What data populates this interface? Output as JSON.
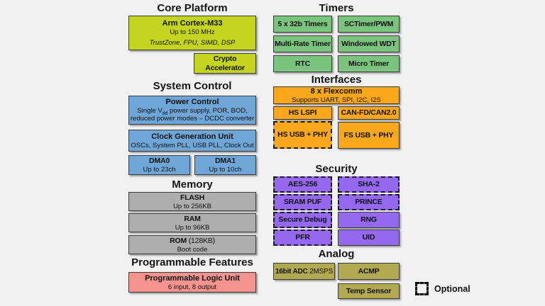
{
  "colors": {
    "background": "#f1f1f1",
    "core_lime": "#c5d41f",
    "system_blue": "#6fa6d8",
    "memory_gray": "#aeaeae",
    "programmable_pink": "#f5938f",
    "timers_green": "#7ac47e",
    "interfaces_orange": "#faa71b",
    "security_purple": "#9468ef",
    "analog_olive": "#b3a951"
  },
  "core_platform": {
    "title": "Core Platform",
    "cortex": {
      "name": "Arm Cortex-M33",
      "freq": "Up to 150 MHz",
      "features": "TrustZone, FPU, SIMD, DSP"
    },
    "crypto": {
      "line1": "Crypto",
      "line2": "Accelerator"
    }
  },
  "system_control": {
    "title": "System Control",
    "power": {
      "name": "Power Control",
      "detail1_pre": "Single V",
      "detail1_sub": "dd",
      "detail1_post": " power supply, POR, BOD,",
      "detail2": "reduced power modes – DCDC converter"
    },
    "clock": {
      "name": "Clock Generation Unit",
      "detail": "OSCs, System PLL, USB PLL, Clock Out"
    },
    "dma0": {
      "name": "DMA0",
      "detail": "Up to 23ch"
    },
    "dma1": {
      "name": "DMA1",
      "detail": "Up to 10ch"
    }
  },
  "memory": {
    "title": "Memory",
    "flash": {
      "name": "FLASH",
      "detail": "Up to 256KB"
    },
    "ram": {
      "name": "RAM",
      "detail": "Up to 96KB"
    },
    "rom": {
      "name_bold": "ROM",
      "name_rest": " (128KB)",
      "detail": "Boot code"
    }
  },
  "programmable": {
    "title": "Programmable Features",
    "plu": {
      "name": "Programmable Logic Unit",
      "detail": "6 input, 8 output"
    }
  },
  "timers": {
    "title": "Timers",
    "blocks": [
      "5 x 32b Timers",
      "SCTimer/PWM",
      "Multi-Rate Timer",
      "Windowed WDT",
      "RTC",
      "Micro Timer"
    ]
  },
  "interfaces": {
    "title": "Interfaces",
    "flexcomm": {
      "name": "8 x Flexcomm",
      "detail": "Supports UART, SPI, I2C, I2S"
    },
    "hs_lspi": "HS LSPI",
    "can": "CAN-FD/CAN2.0",
    "hs_usb": "HS USB + PHY",
    "fs_usb": "FS USB + PHY"
  },
  "security": {
    "title": "Security",
    "blocks": [
      {
        "label": "AES-256",
        "optional": true
      },
      {
        "label": "SHA-2",
        "optional": true
      },
      {
        "label": "SRAM PUF",
        "optional": true
      },
      {
        "label": "PRINCE",
        "optional": true
      },
      {
        "label": "Secure Debug",
        "optional": true
      },
      {
        "label": "RNG",
        "optional": false
      },
      {
        "label": "PFR",
        "optional": true
      },
      {
        "label": "UID",
        "optional": false
      }
    ]
  },
  "analog": {
    "title": "Analog",
    "adc_bold": "16bit ADC",
    "adc_rest": " 2MSPS",
    "acmp": "ACMP",
    "temp_sensor": "Temp Sensor"
  },
  "legend": {
    "label": "Optional"
  }
}
